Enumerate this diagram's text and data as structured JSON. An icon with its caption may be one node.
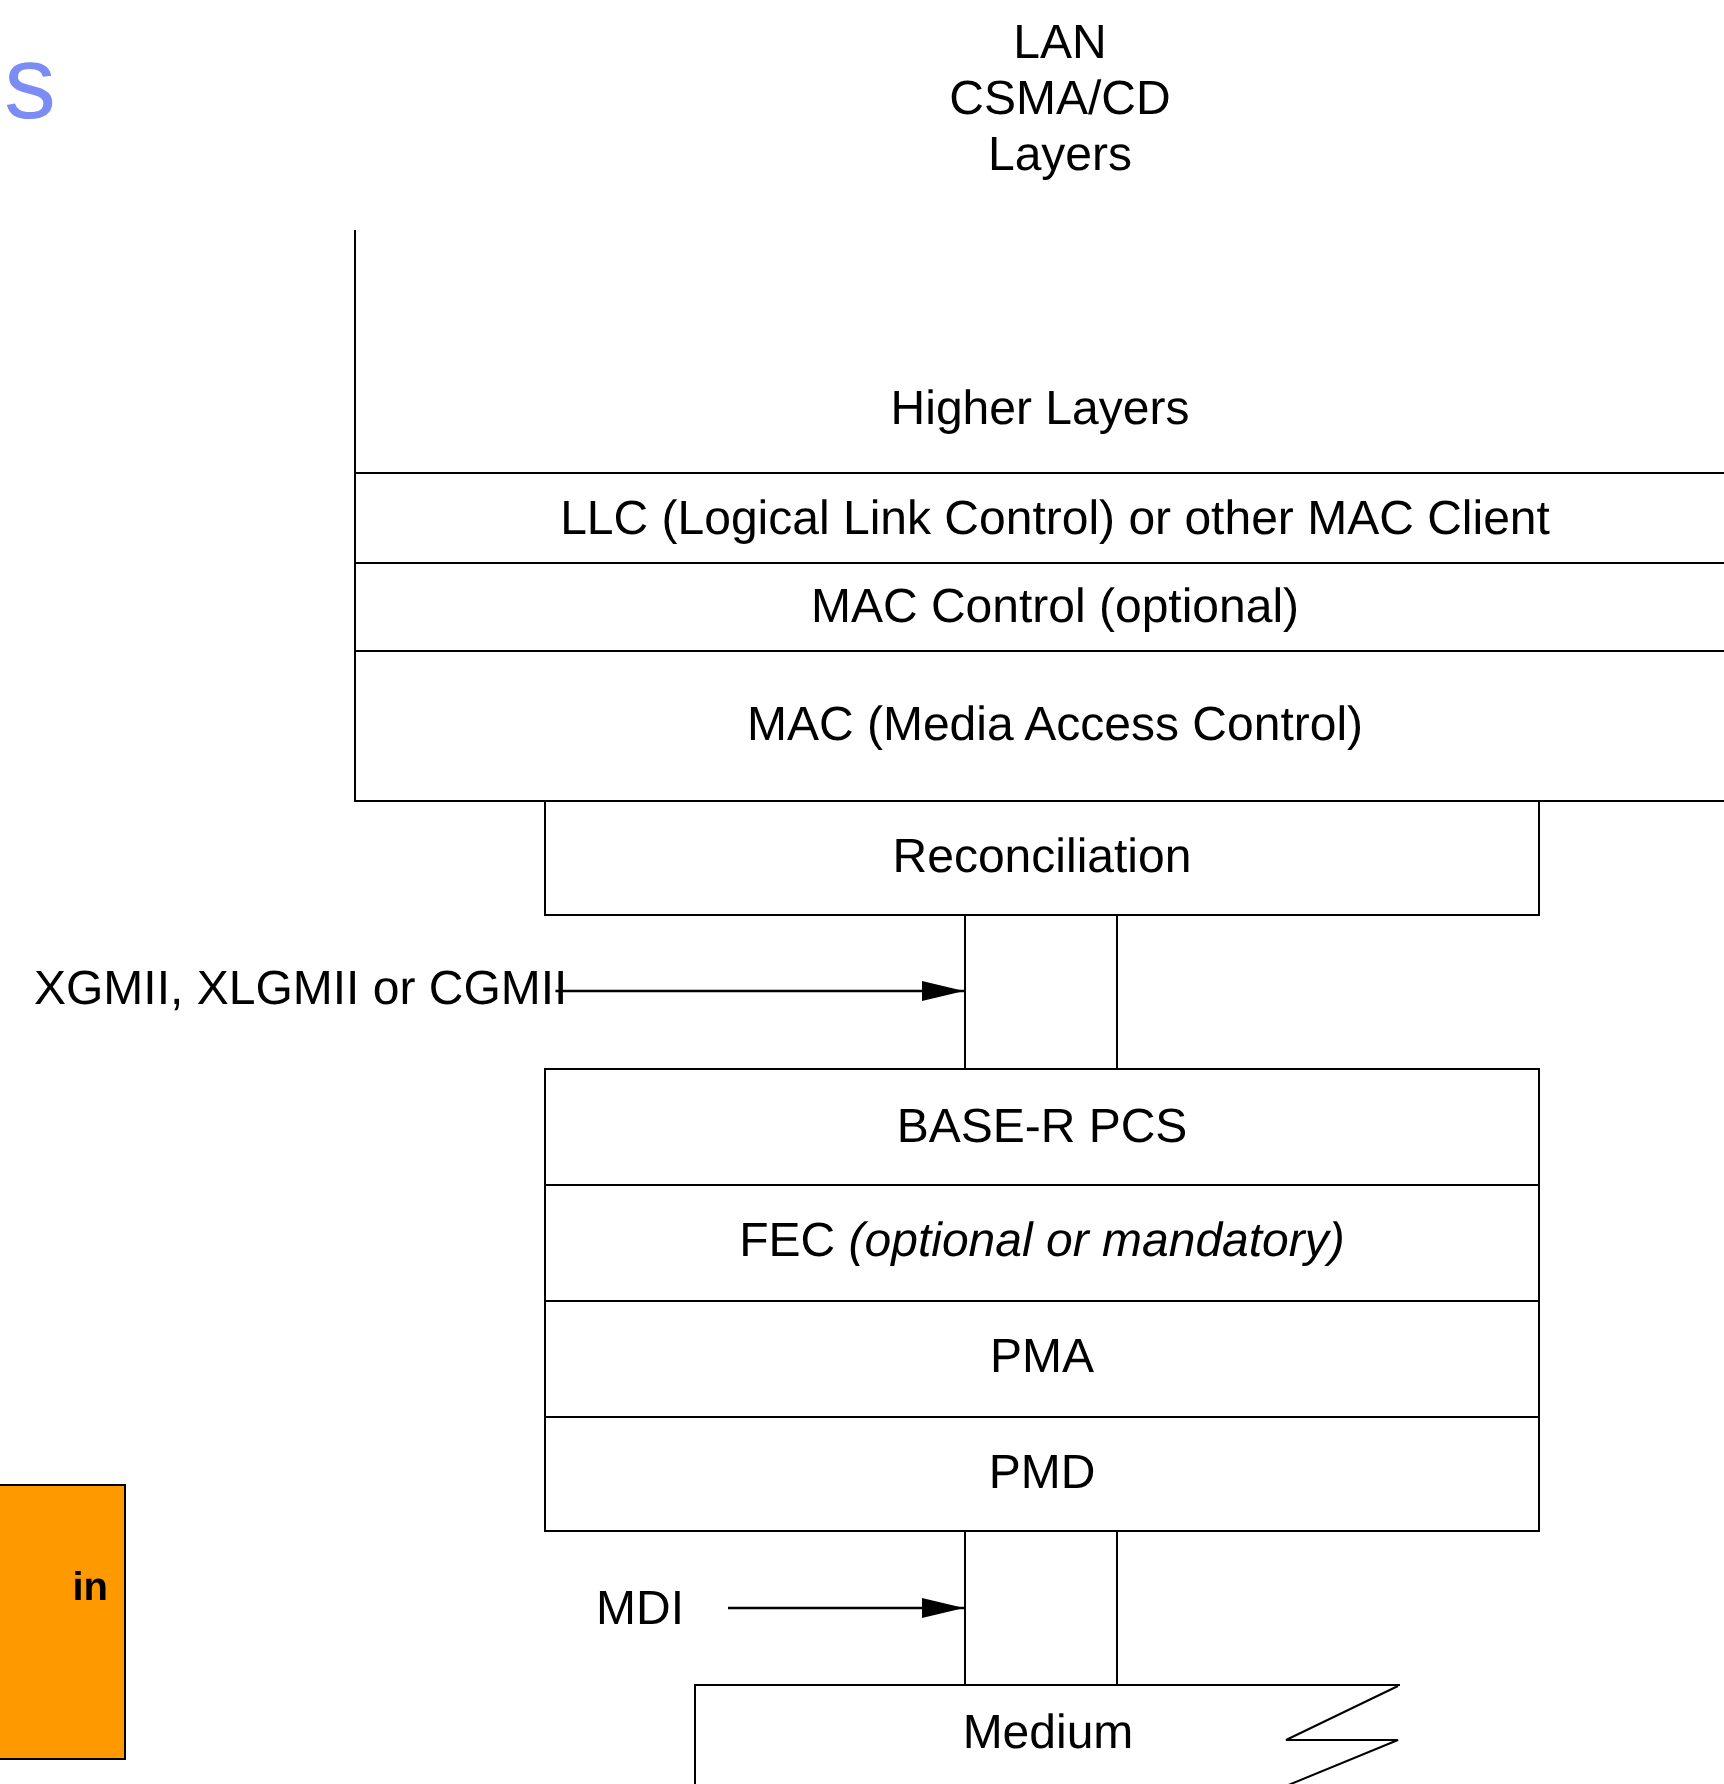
{
  "diagram": {
    "nodes": [
      {
        "text": [
          "Higher Layers"
        ]
      },
      {
        "text": [
          "LLC (Logical Link Control) or other MAC Client"
        ]
      },
      {
        "text": [
          "MAC Control (optional)"
        ]
      },
      {
        "text": [
          "MAC (Media Access Control)"
        ]
      },
      {
        "text": [
          "Reconciliation"
        ]
      },
      {
        "text": [
          "XGMII, XLGMII or CGMII"
        ]
      },
      {
        "text": [],
        "shape": "box"
      },
      {
        "text": [
          "BASE-R PCS"
        ]
      },
      {
        "text": [
          "FEC *(optional or mandatory)*"
        ]
      },
      {
        "text": [
          "PMA"
        ]
      },
      {
        "text": [
          "PMD"
        ]
      },
      {
        "text": [
          "MDI"
        ]
      },
      {
        "text": [],
        "shape": "box"
      },
      {
        "text": [
          "Medium"
        ]
      },
      {
        "text": [
          "in"
        ]
      }
    ],
    "edges": [
      {
        "from": 5,
        "to": 6,
        "arrow": "to"
      },
      {
        "from": 11,
        "to": 12,
        "arrow": "to"
      }
    ],
    "labels": [
      "s",
      "LAN CSMA/CD Layers"
    ]
  }
}
